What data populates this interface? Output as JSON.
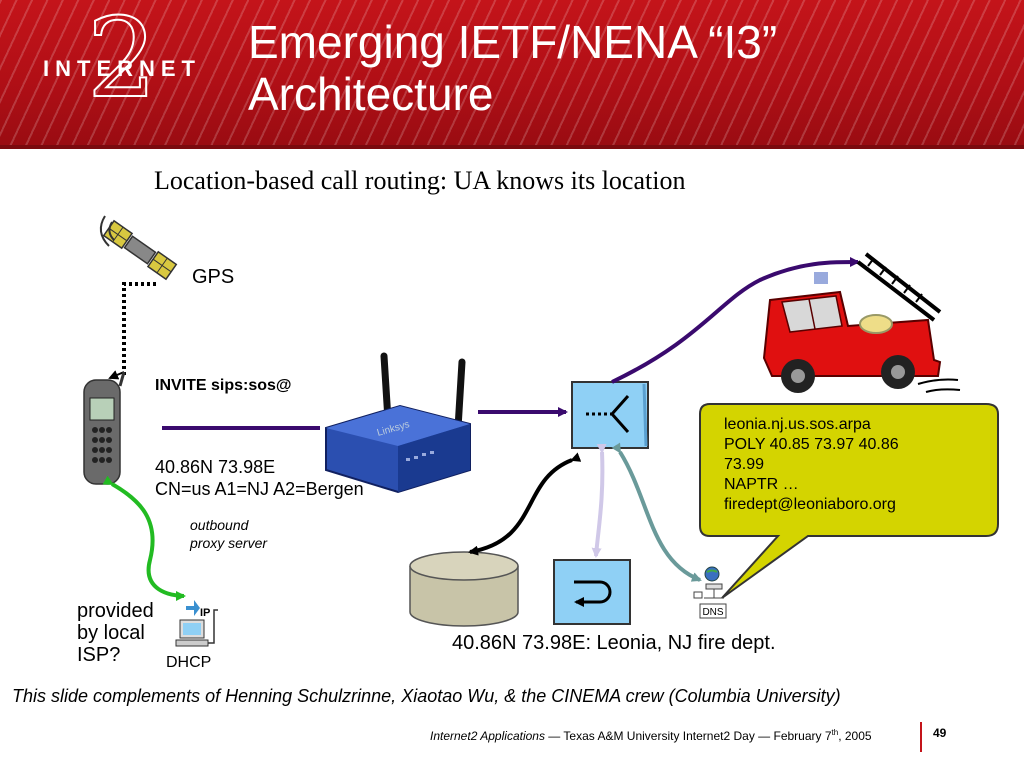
{
  "header": {
    "logo_text": "INTERNET",
    "logo_mark": "2",
    "title_line1": "Emerging IETF/NENA “I3”",
    "title_line2": "Architecture",
    "background_color": "#c4141a"
  },
  "subtitle": "Location-based call routing: UA knows its location",
  "diagram": {
    "gps_label": "GPS",
    "invite_label": "INVITE sips:sos@",
    "location_line1": "40.86N 73.98E",
    "location_line2": "CN=us A1=NJ A2=Bergen",
    "proxy_line1": "outbound",
    "proxy_line2": "proxy server",
    "isp_line1": "provided",
    "isp_line2": "by local",
    "isp_line3": "ISP?",
    "ip_label": "IP",
    "dhcp_label": "DHCP",
    "dns_label": "DNS",
    "router_brand": "Linksys",
    "result_label": "40.86N 73.98E: Leonia, NJ fire dept.",
    "bubble_lines": [
      "leonia.nj.us.sos.arpa",
      "POLY 40.85 73.97 40.86",
      "73.99",
      "NAPTR …",
      "firedept@leoniaboro.org"
    ],
    "colors": {
      "arrow_main": "#3a0a6e",
      "arrow_green": "#22bb22",
      "arrow_teal": "#6a9a9a",
      "arrow_lavender": "#d0c8e8",
      "bubble_fill": "#d4d400",
      "server_fill": "#8fd0f5",
      "database_fill": "#c8c4a8",
      "truck_red": "#e01010"
    }
  },
  "footer": {
    "note": "This slide complements of Henning Schulzrinne, Xiaotao Wu, & the CINEMA crew (Columbia University)",
    "credit_italic": "Internet2 Applications",
    "credit_rest": " — Texas A&M University Internet2 Day — February 7",
    "credit_sup": "th",
    "credit_year": ", 2005",
    "page_number": "49"
  }
}
